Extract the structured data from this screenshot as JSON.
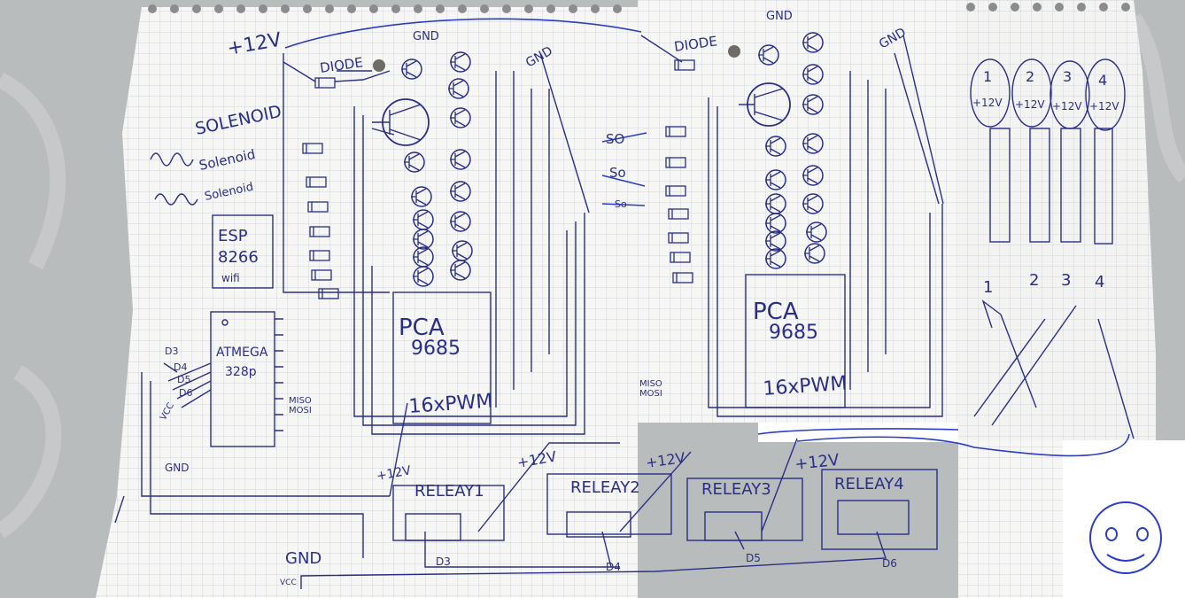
{
  "left_sheet": {
    "supply": "+12V",
    "diode": "DIODE",
    "gnd_top": "GND",
    "gnd_right": "GND",
    "solenoid_1": "SOLENOID",
    "solenoid_2": "Solenoid",
    "solenoid_3": "Solenoid",
    "esp": [
      "ESP",
      "8266",
      "wifi"
    ],
    "atmega": [
      "ATMEGA",
      "328p"
    ],
    "pins": [
      "D3",
      "D4",
      "D5",
      "D6",
      "VCC",
      "GND"
    ],
    "miso": "MISO",
    "mosi": "MOSI",
    "pca": [
      "PCA",
      "9685"
    ],
    "pwm": "16xPWM",
    "gnd_bottom": "GND",
    "vcc_bottom": "VCC"
  },
  "right_sheet": {
    "diode": "DIODE",
    "gnd_top": "GND",
    "gnd_right": "GND",
    "so_labels": [
      "SO",
      "So",
      "So"
    ],
    "pca": [
      "PCA",
      "9685"
    ],
    "pwm": "16xPWM",
    "miso": "MISO",
    "mosi": "MOSI"
  },
  "relays": [
    {
      "supply": "+12V",
      "label": "RELEAY1",
      "pin": "D3"
    },
    {
      "supply": "+12V",
      "label": "RELEAY2",
      "pin": "D4"
    },
    {
      "supply": "+12V",
      "label": "RELEAY3",
      "pin": "D5"
    },
    {
      "supply": "+12V",
      "label": "RELEAY4",
      "pin": "D6"
    }
  ],
  "connectors": [
    {
      "num": "1",
      "supply": "+12V",
      "bottom": "1"
    },
    {
      "num": "2",
      "supply": "+12V",
      "bottom": "2"
    },
    {
      "num": "3",
      "supply": "+12V",
      "bottom": "3"
    },
    {
      "num": "4",
      "supply": "+12V",
      "bottom": "4"
    }
  ],
  "colors": {
    "ink": "#2a2f86",
    "blue_wire": "#2b3cc9",
    "paper": "#f6f6f4",
    "grid": "#c9ccd4",
    "table": "#b9bcbd"
  }
}
